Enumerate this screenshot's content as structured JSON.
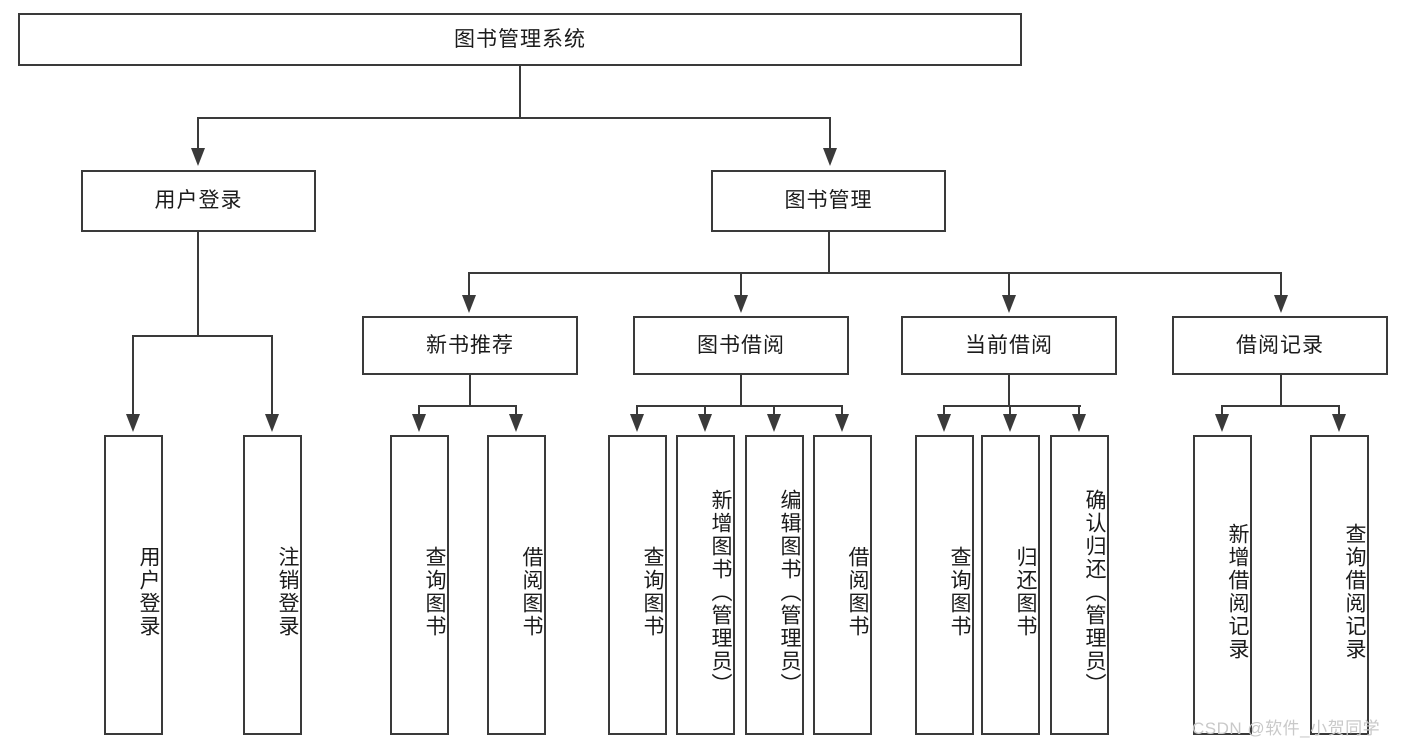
{
  "diagram": {
    "type": "tree-hierarchy",
    "title": "图书管理系统",
    "root": {
      "label": "图书管理系统",
      "orientation": "horizontal"
    },
    "level2": [
      {
        "label": "用户登录",
        "orientation": "horizontal"
      },
      {
        "label": "图书管理",
        "orientation": "horizontal"
      }
    ],
    "level3": [
      {
        "label": "新书推荐",
        "orientation": "horizontal"
      },
      {
        "label": "图书借阅",
        "orientation": "horizontal"
      },
      {
        "label": "当前借阅",
        "orientation": "horizontal"
      },
      {
        "label": "借阅记录",
        "orientation": "horizontal"
      }
    ],
    "leaves": {
      "user_login": [
        {
          "label": "用户登录",
          "orientation": "vertical"
        },
        {
          "label": "注销登录",
          "orientation": "vertical"
        }
      ],
      "new_book_recommend": [
        {
          "label": "查询图书",
          "orientation": "vertical"
        },
        {
          "label": "借阅图书",
          "orientation": "vertical"
        }
      ],
      "book_borrow": [
        {
          "label": "查询图书",
          "orientation": "vertical"
        },
        {
          "label": "新增图书（管理员）",
          "orientation": "vertical"
        },
        {
          "label": "编辑图书（管理员）",
          "orientation": "vertical"
        },
        {
          "label": "借阅图书",
          "orientation": "vertical"
        }
      ],
      "current_borrow": [
        {
          "label": "查询图书",
          "orientation": "vertical"
        },
        {
          "label": "归还图书",
          "orientation": "vertical"
        },
        {
          "label": "确认归还（管理员）",
          "orientation": "vertical"
        }
      ],
      "borrow_record": [
        {
          "label": "新增借阅记录",
          "orientation": "vertical"
        },
        {
          "label": "查询借阅记录",
          "orientation": "vertical"
        }
      ]
    }
  },
  "watermark": {
    "text": "CSDN @软件_小贺同学"
  },
  "colors": {
    "stroke": "#3a3a3a",
    "text": "#1b1b1b",
    "background": "#ffffff",
    "watermark": "#c9c9c9"
  }
}
